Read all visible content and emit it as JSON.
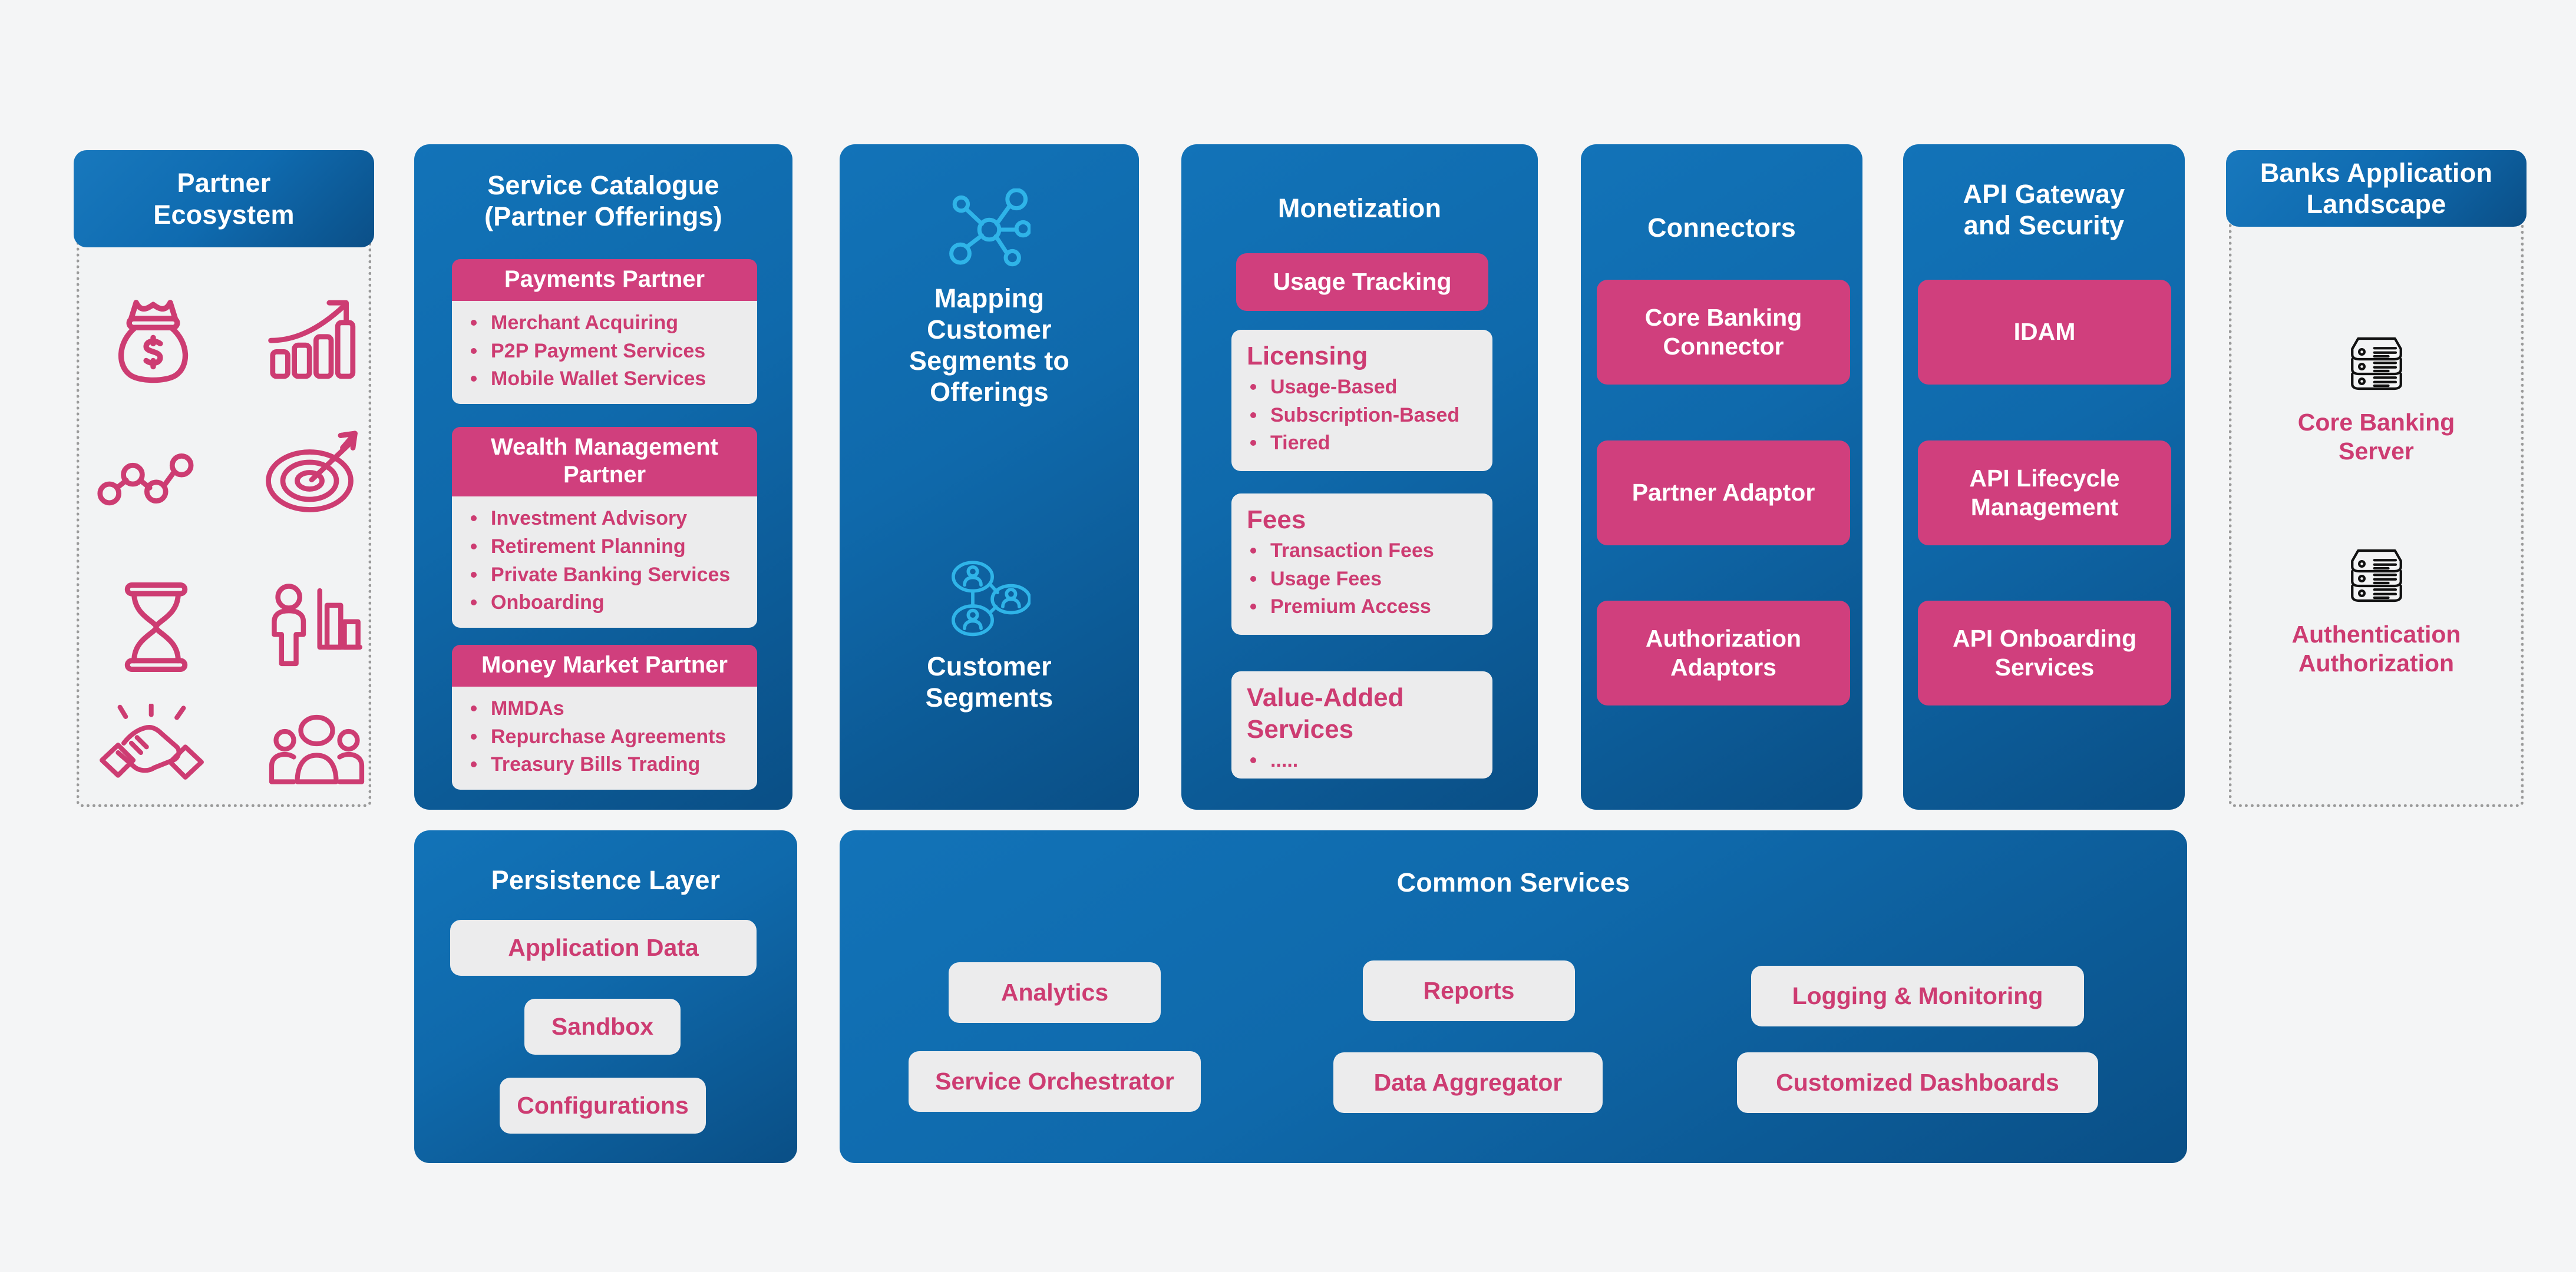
{
  "diagram": {
    "accent_pink": "#cd3c72",
    "accent_blue": "#0f6bb0",
    "background": "#f4f5f6"
  },
  "partner_ecosystem": {
    "title": "Partner\nEcosystem",
    "title_line1": "Partner",
    "title_line2": "Ecosystem",
    "icons": [
      {
        "name": "money-bag-icon"
      },
      {
        "name": "growth-bar-chart-icon"
      },
      {
        "name": "line-chart-icon"
      },
      {
        "name": "target-arrow-icon"
      },
      {
        "name": "hourglass-icon"
      },
      {
        "name": "person-bar-chart-icon"
      },
      {
        "name": "handshake-icon"
      },
      {
        "name": "people-group-icon"
      }
    ]
  },
  "service_catalogue": {
    "title_line1": "Service Catalogue",
    "title_line2": "(Partner Offerings)",
    "groups": [
      {
        "header": "Payments Partner",
        "items": [
          "Merchant Acquiring",
          "P2P Payment Services",
          "Mobile Wallet Services"
        ]
      },
      {
        "header": "Wealth Management Partner",
        "items": [
          "Investment Advisory",
          "Retirement Planning",
          "Private Banking Services",
          "Onboarding"
        ]
      },
      {
        "header": "Money Market Partner",
        "items": [
          "MMDAs",
          "Repurchase Agreements",
          "Treasury Bills Trading"
        ]
      }
    ]
  },
  "mapping": {
    "top_icon": "network-nodes-icon",
    "top_label_lines": [
      "Mapping",
      "Customer",
      "Segments to",
      "Offerings"
    ],
    "top_label": "Mapping Customer Segments to Offerings",
    "bottom_icon": "customer-segments-icon",
    "bottom_label_lines": [
      "Customer",
      "Segments"
    ],
    "bottom_label": "Customer Segments"
  },
  "monetization": {
    "title": "Monetization",
    "usage_tracking": "Usage Tracking",
    "cards": [
      {
        "header": "Licensing",
        "items": [
          "Usage-Based",
          "Subscription-Based",
          "Tiered"
        ]
      },
      {
        "header": "Fees",
        "items": [
          "Transaction Fees",
          "Usage Fees",
          "Premium Access"
        ]
      },
      {
        "header": "Value-Added Services",
        "header_line1": "Value-Added",
        "header_line2": "Services",
        "items": [
          "....."
        ]
      }
    ]
  },
  "connectors": {
    "title": "Connectors",
    "items": [
      "Core Banking Connector",
      "Partner Adaptor",
      "Authorization Adaptors"
    ]
  },
  "api_gateway": {
    "title_line1": "API Gateway",
    "title_line2": "and Security",
    "title": "API Gateway and Security",
    "items": [
      "IDAM",
      "API Lifecycle Management",
      "API Onboarding Services"
    ]
  },
  "banks_landscape": {
    "title_line1": "Banks Application",
    "title_line2": "Landscape",
    "title": "Banks Application Landscape",
    "items": [
      {
        "icon": "server-stack-icon",
        "label_line1": "Core Banking",
        "label_line2": "Server",
        "label": "Core Banking Server"
      },
      {
        "icon": "server-stack-icon",
        "label_line1": "Authentication",
        "label_line2": "Authorization",
        "label": "Authentication Authorization"
      }
    ]
  },
  "persistence_layer": {
    "title": "Persistence Layer",
    "items": [
      "Application Data",
      "Sandbox",
      "Configurations"
    ]
  },
  "common_services": {
    "title": "Common Services",
    "items": [
      "Analytics",
      "Reports",
      "Logging & Monitoring",
      "Service Orchestrator",
      "Data Aggregator",
      "Customized Dashboards"
    ]
  }
}
